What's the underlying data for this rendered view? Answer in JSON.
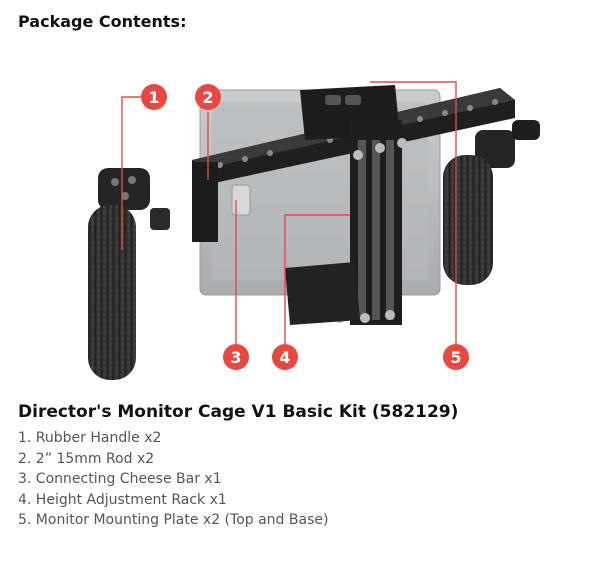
{
  "heading": "Package Contents:",
  "callouts": [
    "1",
    "2",
    "3",
    "4",
    "5"
  ],
  "accent_color": "#e8483f",
  "kit_title": "Director's Monitor Cage V1 Basic Kit (582129)",
  "items": [
    "1. Rubber Handle x2",
    "2. 2” 15mm Rod x2",
    "3. Connecting Cheese Bar x1",
    "4. Height Adjustment Rack x1",
    "5. Monitor Mounting Plate x2 (Top and Base)"
  ]
}
